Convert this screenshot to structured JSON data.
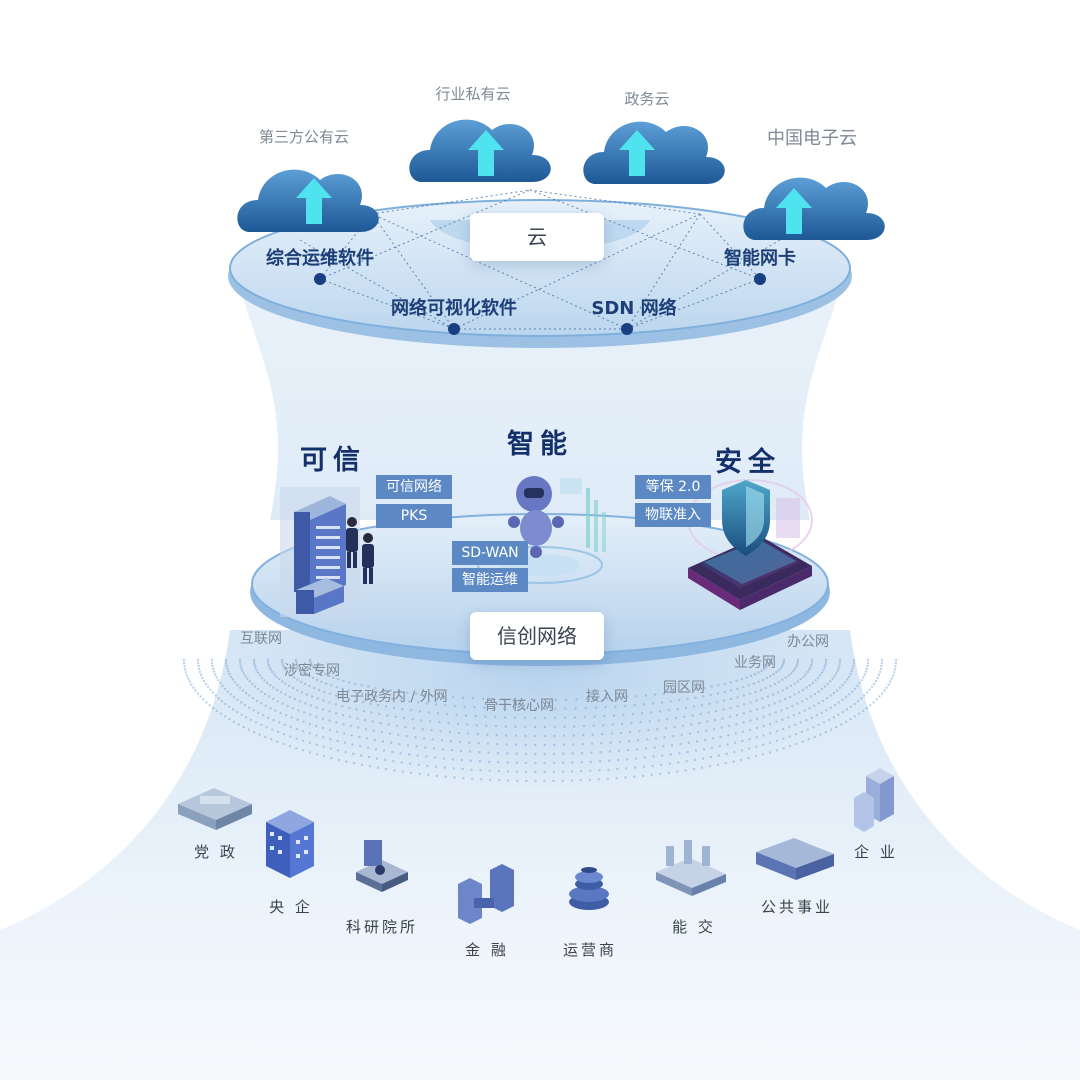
{
  "clouds": [
    {
      "label": "第三方公有云"
    },
    {
      "label": "行业私有云"
    },
    {
      "label": "政务云"
    },
    {
      "label": "中国电子云"
    }
  ],
  "cloud_layer": {
    "center_label": "云",
    "items": [
      "综合运维软件",
      "网络可视化软件",
      "SDN 网络",
      "智能网卡"
    ]
  },
  "pillars": {
    "trusted": {
      "title": "可信",
      "tags": [
        "可信网络",
        "PKS"
      ]
    },
    "smart": {
      "title": "智能",
      "tags": [
        "SD-WAN",
        "智能运维"
      ]
    },
    "secure": {
      "title": "安全",
      "tags": [
        "等保 2.0",
        "物联准入"
      ]
    }
  },
  "network_layer": {
    "center_label": "信创网络",
    "networks": [
      "互联网",
      "涉密专网",
      "电子政务内 / 外网",
      "骨干核心网",
      "接入网",
      "园区网",
      "业务网",
      "办公网"
    ]
  },
  "sectors": [
    "党 政",
    "央 企",
    "科研院所",
    "金 融",
    "运营商",
    "能 交",
    "公共事业",
    "企 业"
  ],
  "colors": {
    "title_navy": "#14306a",
    "platform_text": "#1d3f78",
    "tag_blue": "#5c89c4",
    "cloud_blue": "#2f6fae",
    "arrow_cyan": "#4fe3f0"
  }
}
